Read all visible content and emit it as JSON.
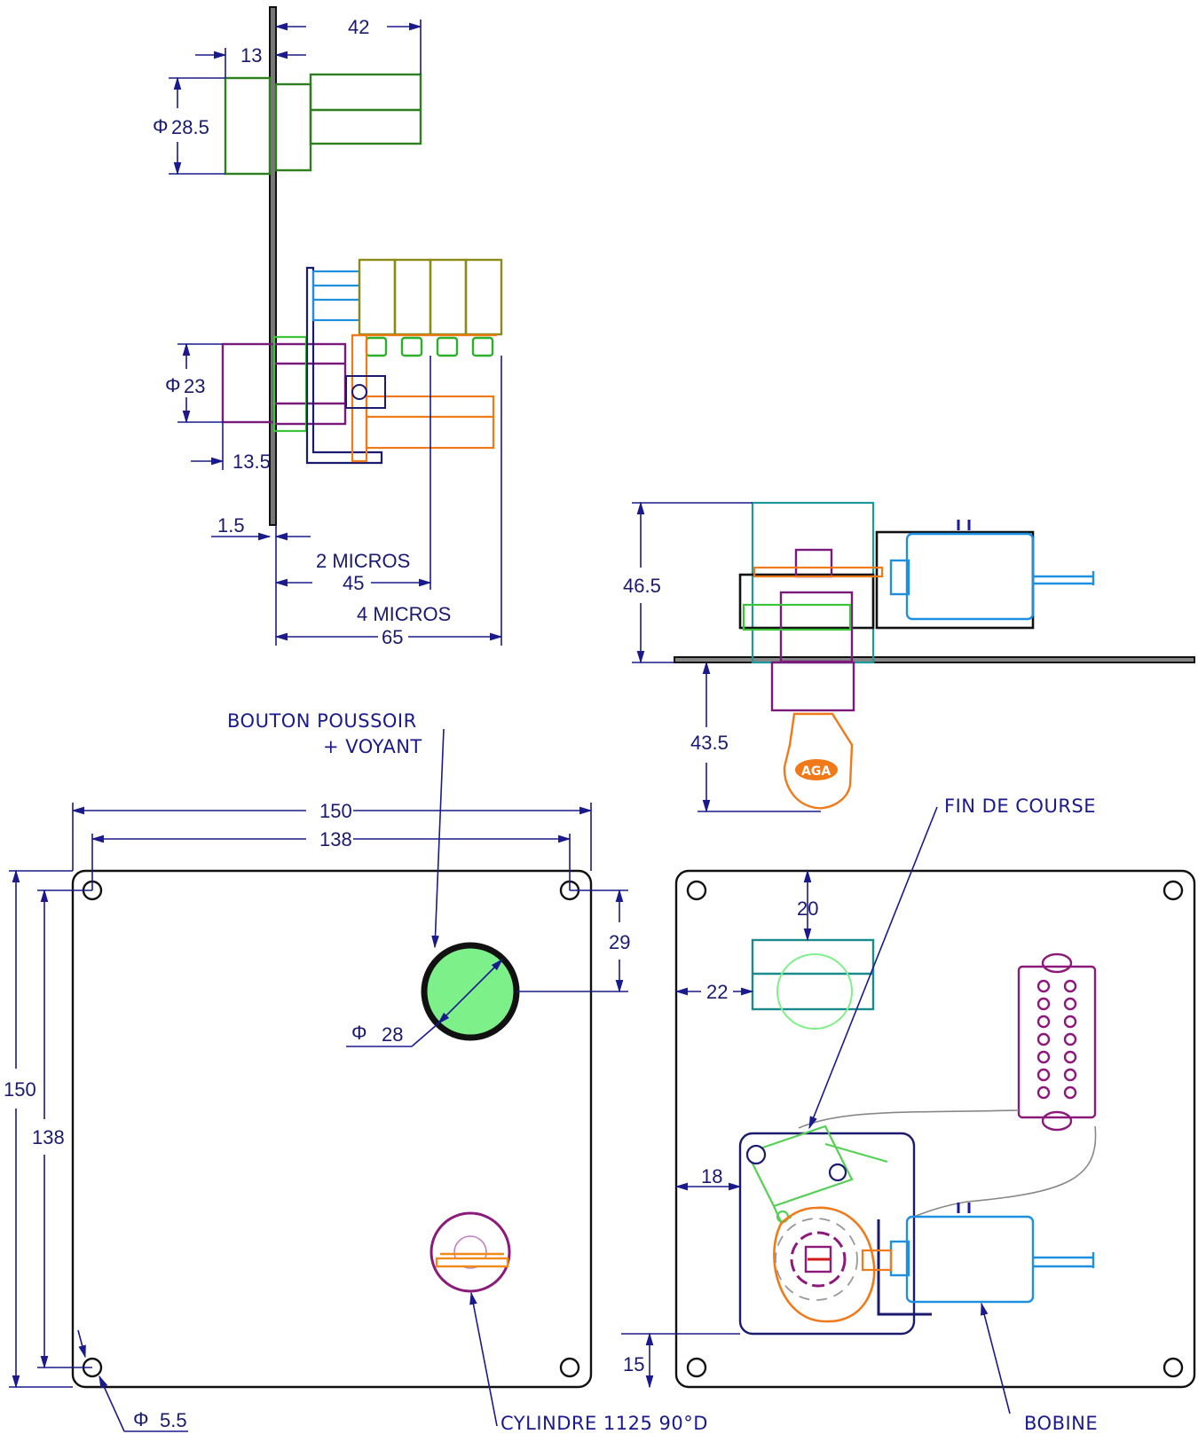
{
  "side_view": {
    "dims": {
      "d42": "42",
      "d13": "13",
      "d28_5": "28.5",
      "d23": "23",
      "d13_5": "13.5",
      "d1_5": "1.5",
      "micros2_label": "2 MICROS",
      "d45": "45",
      "micros4_label": "4 MICROS",
      "d65": "65"
    },
    "diameter_symbol": "Φ"
  },
  "top_view": {
    "dims": {
      "d46_5": "46.5",
      "d43_5": "43.5"
    },
    "key_brand": "AGA"
  },
  "front_view": {
    "labels": {
      "button_line1": "BOUTON POUSSOIR",
      "button_line2": "+ VOYANT",
      "cylinder": "CYLINDRE  1125  90°D"
    },
    "dims": {
      "w150": "150",
      "w138": "138",
      "h150": "150",
      "h138": "138",
      "d29": "29",
      "d28": "28",
      "d5_5": "5.5"
    },
    "diameter_symbol": "Φ",
    "colors": {
      "button_fill": "#7ef08a",
      "cylinder": "#8b1a7a",
      "cam": "#f08a1a"
    }
  },
  "back_view": {
    "labels": {
      "limit_switch": "FIN DE COURSE",
      "coil": "BOBINE"
    },
    "dims": {
      "d20": "20",
      "d22": "22",
      "d18": "18",
      "d15": "15"
    }
  }
}
